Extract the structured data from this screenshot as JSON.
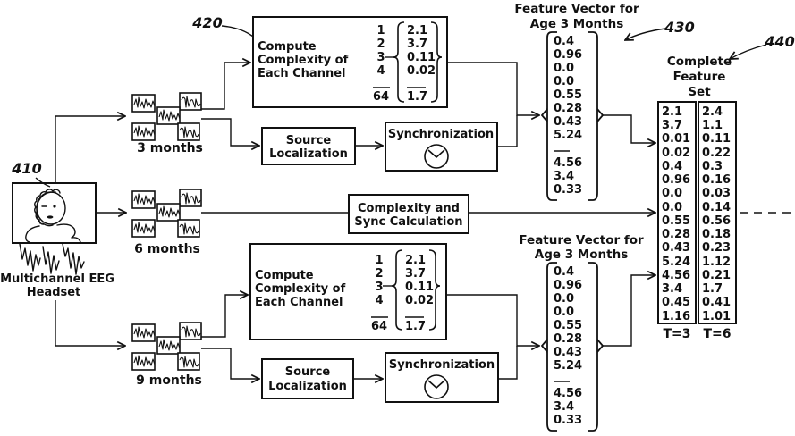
{
  "refs": {
    "r410": "410",
    "r420": "420",
    "r430": "430",
    "r440": "440"
  },
  "headset": {
    "caption_line1": "Multichannel EEG",
    "caption_line2": "Headset"
  },
  "ages": {
    "m3": "3 months",
    "m6": "6 months",
    "m9": "9 months"
  },
  "compute_box": {
    "line1": "Compute",
    "line2": "Complexity of",
    "line3": "Each Channel",
    "channels": [
      "1",
      "2",
      "3",
      "4",
      "64"
    ],
    "values": [
      "2.1",
      "3.7",
      "0.11",
      "0.02",
      "1.7"
    ]
  },
  "source_localization": {
    "line1": "Source",
    "line2": "Localization"
  },
  "synchronization": {
    "label": "Synchronization"
  },
  "complexity_sync": {
    "line1": "Complexity and",
    "line2": "Sync Calculation"
  },
  "feature_vector": {
    "title_line1": "Feature Vector for",
    "title_line2": "Age 3 Months",
    "values": [
      "0.4",
      "0.96",
      "0.0",
      "0.0",
      "0.55",
      "0.28",
      "0.43",
      "5.24"
    ],
    "tail": [
      "4.56",
      "3.4",
      "0.33"
    ]
  },
  "feature_set": {
    "title_line1": "Complete",
    "title_line2": "Feature",
    "title_line3": "Set",
    "t3_label": "T=3",
    "t6_label": "T=6",
    "t3_values": [
      "2.1",
      "3.7",
      "0.01",
      "0.02",
      "0.4",
      "0.96",
      "0.0",
      "0.0",
      "0.55",
      "0.28",
      "0.43",
      "5.24",
      "4.56",
      "3.4",
      "0.45",
      "1.16"
    ],
    "t6_values": [
      "2.4",
      "1.1",
      "0.11",
      "0.22",
      "0.3",
      "0.16",
      "0.03",
      "0.14",
      "0.56",
      "0.18",
      "0.23",
      "1.12",
      "0.21",
      "1.7",
      "0.41",
      "1.01"
    ]
  },
  "colors": {
    "ink": "#111111",
    "background": "#ffffff"
  }
}
